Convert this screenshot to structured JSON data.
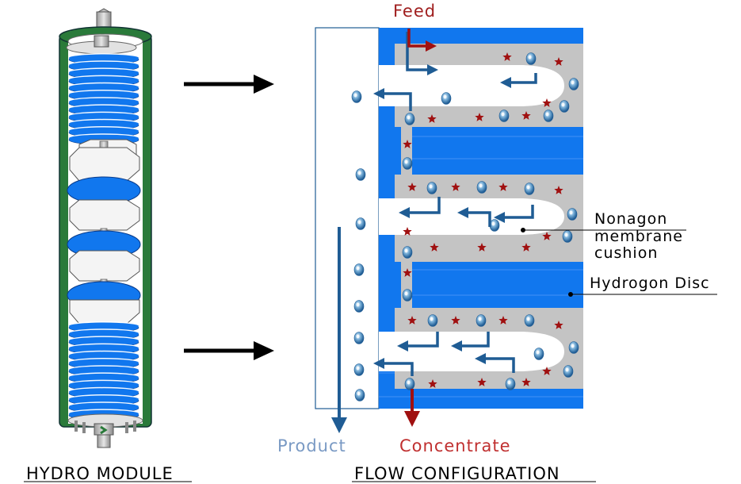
{
  "labels": {
    "feed": "Feed",
    "product": "Product",
    "concentrate": "Concentrate",
    "nonagon_line1": "Nonagon",
    "nonagon_line2": "membrane",
    "nonagon_line3": "cushion",
    "hydrogon_disc": "Hydrogon Disc",
    "hydro_module": "HYDRO MODULE",
    "flow_configuration": "FLOW CONFIGURATION"
  },
  "colors": {
    "blue": "#1177ee",
    "gray": "#c4c4c4",
    "dark_blue_arrow": "#1f5c94",
    "red": "#a01010",
    "green": "#2a7a3a",
    "feed_text": "#a02020",
    "product_text": "#7a9ac4",
    "concentrate_text": "#c03030"
  }
}
